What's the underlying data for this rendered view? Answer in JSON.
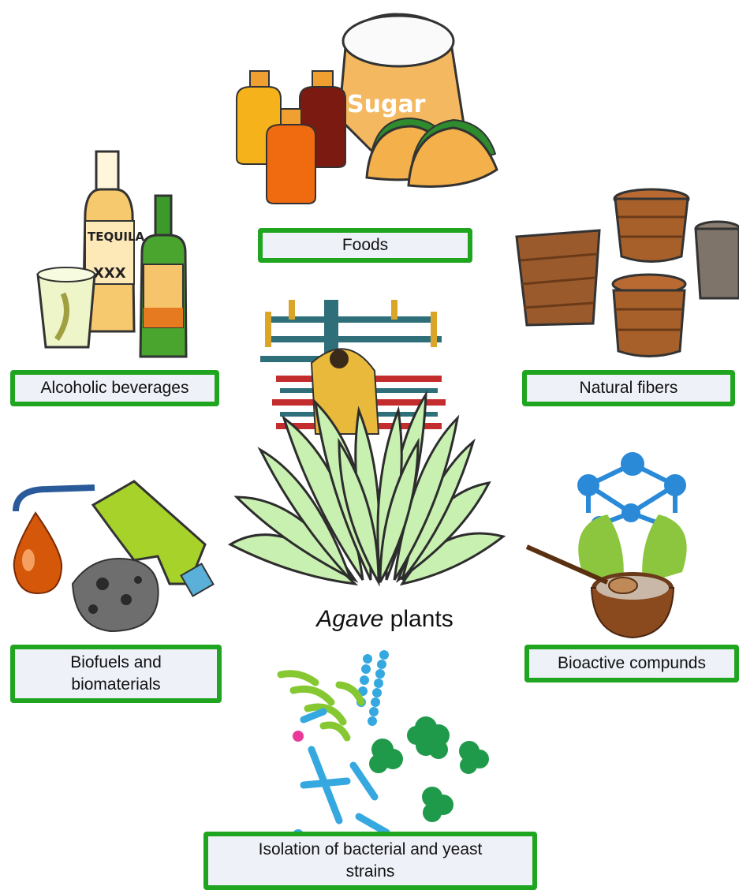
{
  "center": {
    "italic": "Agave",
    "rest": " plants"
  },
  "labels": {
    "foods": "Foods",
    "alcoholic": "Alcoholic beverages",
    "fibers": "Natural fibers",
    "biofuels": "Biofuels and biomaterials",
    "bioactive": "Bioactive compunds",
    "isolation": "Isolation of bacterial and yeast strains"
  },
  "sugar_sack_text": "Sugar",
  "tequila_label_text": "TEQUILA",
  "tequila_mark_text": "XXX",
  "colors": {
    "label_border": "#1fa51f",
    "label_fill": "#eef1f8",
    "agave": "#c8f0b0",
    "agave_stroke": "#2d2d2d"
  }
}
